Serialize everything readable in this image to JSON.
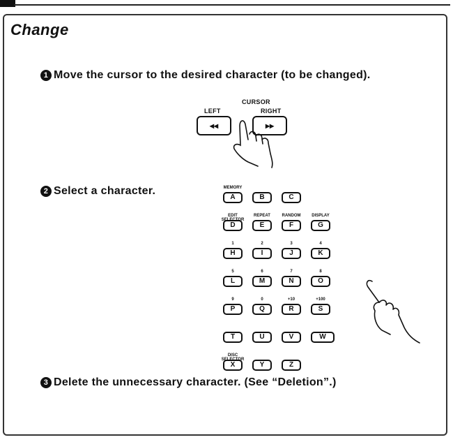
{
  "title": "Change",
  "steps": [
    {
      "num": "1",
      "text": "Move the cursor to the desired character (to be changed)."
    },
    {
      "num": "2",
      "text": "Select a character."
    },
    {
      "num": "3",
      "text": "Delete the unnecessary character. (See “Deletion”.)"
    }
  ],
  "cursor_panel": {
    "title": "CURSOR",
    "left_label": "LEFT",
    "right_label": "RIGHT",
    "left_glyph": "◂◂",
    "right_glyph": "▸▸"
  },
  "keypad": {
    "rows": [
      [
        {
          "key": "A",
          "label": "MEMORY"
        },
        {
          "key": "B",
          "label": ""
        },
        {
          "key": "C",
          "label": ""
        }
      ],
      [
        {
          "key": "D",
          "label": "EDIT SELECTOR"
        },
        {
          "key": "E",
          "label": "REPEAT"
        },
        {
          "key": "F",
          "label": "RANDOM"
        },
        {
          "key": "G",
          "label": "DISPLAY"
        }
      ],
      [
        {
          "key": "H",
          "label": "1"
        },
        {
          "key": "I",
          "label": "2"
        },
        {
          "key": "J",
          "label": "3"
        },
        {
          "key": "K",
          "label": "4"
        }
      ],
      [
        {
          "key": "L",
          "label": "5"
        },
        {
          "key": "M",
          "label": "6"
        },
        {
          "key": "N",
          "label": "7"
        },
        {
          "key": "O",
          "label": "8"
        }
      ],
      [
        {
          "key": "P",
          "label": "9"
        },
        {
          "key": "Q",
          "label": "0"
        },
        {
          "key": "R",
          "label": "+10"
        },
        {
          "key": "S",
          "label": "+100"
        }
      ],
      [
        {
          "key": "T",
          "label": ""
        },
        {
          "key": "U",
          "label": ""
        },
        {
          "key": "V",
          "label": ""
        },
        {
          "key": "W",
          "label": ""
        }
      ],
      [
        {
          "key": "X",
          "label": "DISC SELECTOR"
        },
        {
          "key": "Y",
          "label": ""
        },
        {
          "key": "Z",
          "label": ""
        }
      ]
    ]
  }
}
